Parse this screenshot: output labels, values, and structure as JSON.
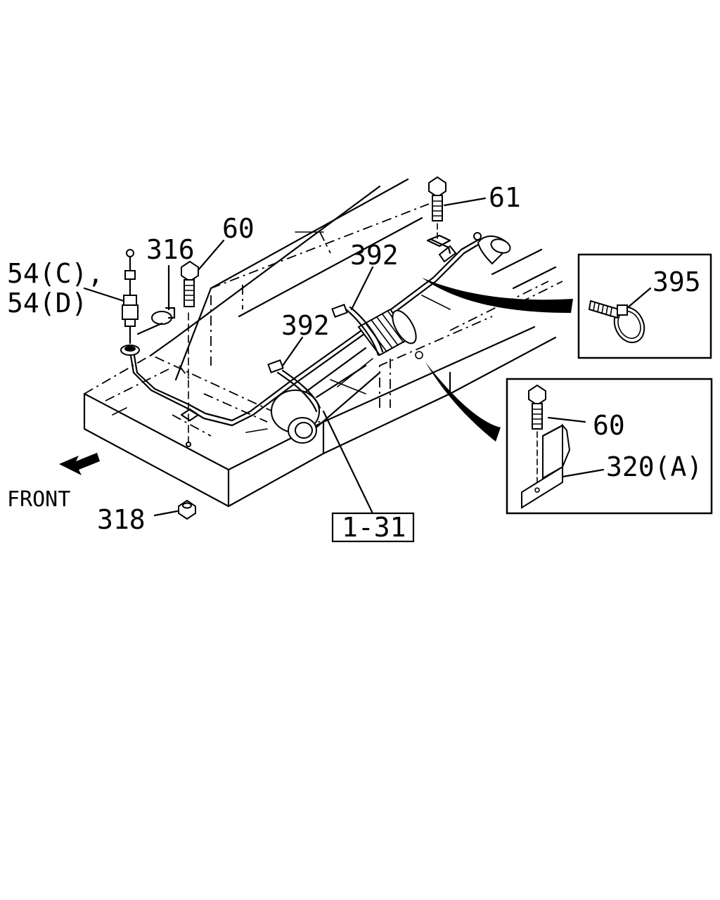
{
  "labels": {
    "p54c": "54(C),",
    "p54d": "54(D)",
    "p316": "316",
    "p60_top": "60",
    "p392_top": "392",
    "p392_mid": "392",
    "p61": "61",
    "p395": "395",
    "p60_detail": "60",
    "p320a": "320(A)",
    "p318": "318",
    "ref_box": "1-31",
    "front": "FRONT"
  },
  "icons": {
    "front_arrow": "arrow-left-down-icon"
  }
}
